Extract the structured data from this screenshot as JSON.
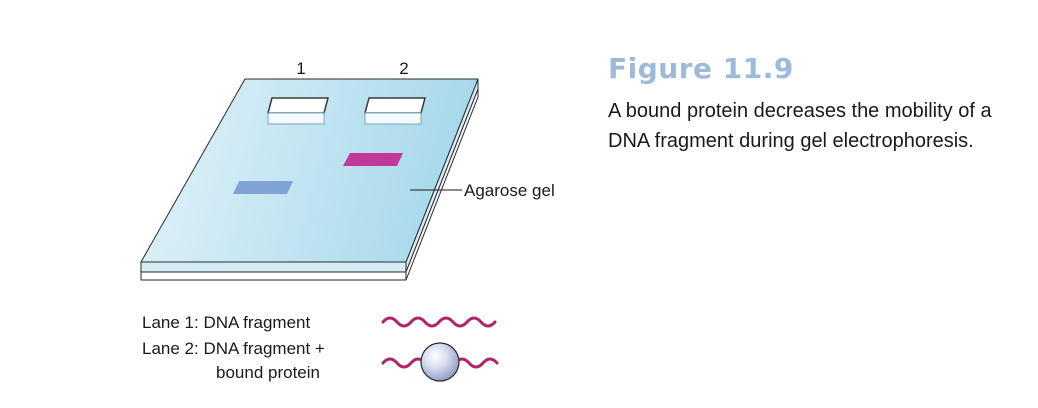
{
  "figure": {
    "title": "Figure 11.9",
    "caption": "A bound protein decreases the mobility of a DNA fragment during gel electrophoresis."
  },
  "gel": {
    "lane_labels": [
      "1",
      "2"
    ],
    "label": "Agarose gel"
  },
  "legend": {
    "lane1": "Lane 1: DNA fragment",
    "lane2_line1": "Lane 2: DNA fragment +",
    "lane2_line2": "bound protein"
  },
  "colors": {
    "gel_light": "#e3f3fa",
    "gel_dark": "#a6d8ea",
    "band_lane1": "#7fa3d6",
    "band_lane2": "#c0399a",
    "dna_strand": "#b0236b",
    "title": "#9dbbd8"
  }
}
